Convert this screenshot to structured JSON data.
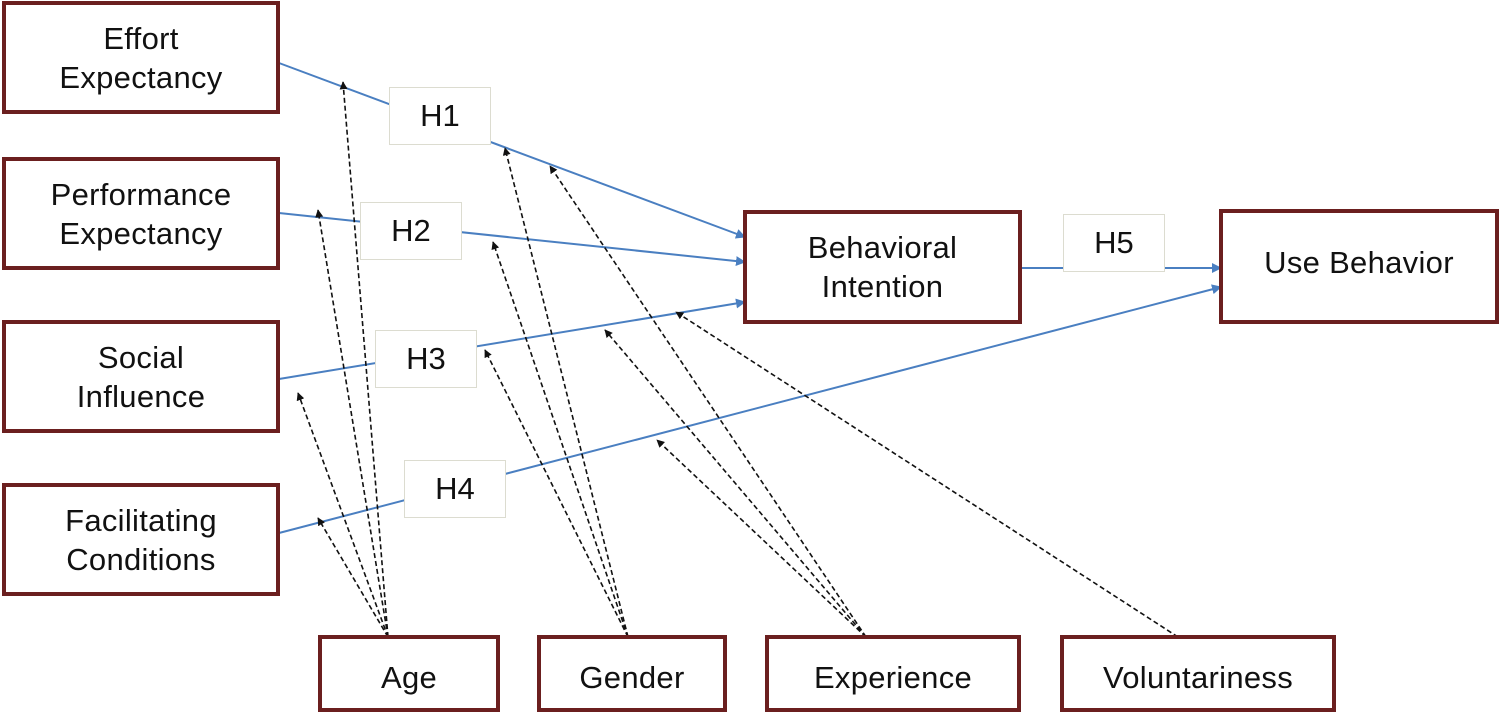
{
  "constructs": {
    "effort": [
      "Effort",
      "Expectancy"
    ],
    "performance": [
      "Performance",
      "Expectancy"
    ],
    "social": [
      "Social",
      "Influence"
    ],
    "facilitating": [
      "Facilitating",
      "Conditions"
    ],
    "intention": [
      "Behavioral",
      "Intention"
    ],
    "use": "Use Behavior"
  },
  "moderators": {
    "age": "Age",
    "gender": "Gender",
    "experience": "Experience",
    "voluntariness": "Voluntariness"
  },
  "hypotheses": {
    "h1": "H1",
    "h2": "H2",
    "h3": "H3",
    "h4": "H4",
    "h5": "H5"
  },
  "colors": {
    "box_border": "#6b1f1f",
    "path_line": "#4a7fc1",
    "moderator_line": "#111111"
  }
}
